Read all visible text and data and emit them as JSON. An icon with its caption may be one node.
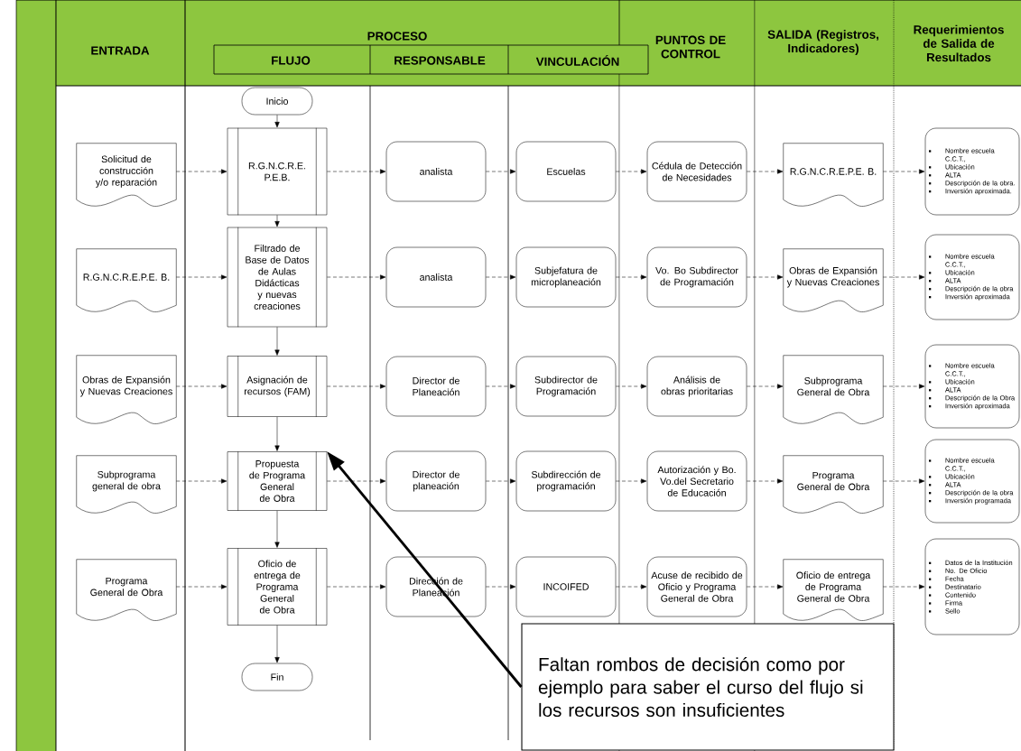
{
  "diagram": {
    "nodes": [
      {
        "text": [
          "Inicio"
        ]
      },
      {
        "text": [
          "Solicitud de construcción y/o reparación"
        ]
      },
      {
        "text": [
          "R.G.N.C.R.E. P.E.B."
        ]
      },
      {
        "text": [
          "analista"
        ]
      },
      {
        "text": [
          "Escuelas"
        ]
      },
      {
        "text": [
          "Cédula de Detección de Necesidades"
        ]
      },
      {
        "text": [
          "R.G.N.C.R.E.P.E. B."
        ]
      },
      {
        "text": [
          "Nombre escuela C.C.T.,",
          "Ubicación",
          "ALTA",
          "Descripción de la obra.",
          "Inversión aproximada."
        ]
      },
      {
        "text": [
          "R.G.N.C.R.E.P.E. B."
        ]
      },
      {
        "text": [
          "Filtrado de Base de Datos de Aulas Didácticas y nuevas creaciones"
        ]
      },
      {
        "text": [
          "analista"
        ]
      },
      {
        "text": [
          "Subjefatura de microplaneación"
        ]
      },
      {
        "text": [
          "Vo. Bo Subdirector de Programación"
        ]
      },
      {
        "text": [
          "Obras de Expansión y Nuevas Creaciones"
        ]
      },
      {
        "text": [
          "Nombre escuela C.C.T.,",
          "Ubicación",
          "ALTA",
          "Descripción de la obra",
          "Inversión aproximada"
        ]
      },
      {
        "text": [
          "Obras de Expansión y Nuevas Creaciones"
        ]
      },
      {
        "text": [
          "Asignación de recursos (FAM)"
        ]
      },
      {
        "text": [
          "Director de Planeación"
        ]
      },
      {
        "text": [
          "Subdirector de Programación"
        ]
      },
      {
        "text": [
          "Análisis de obras prioritarias"
        ]
      },
      {
        "text": [
          "Subprograma General de Obra"
        ]
      },
      {
        "text": [
          "Nombre escuela C.C.T.,",
          "Ubicación",
          "ALTA",
          "Descripción de la Obra",
          "Inversión aproximada"
        ]
      },
      {
        "text": [
          "Subprograma general de obra"
        ]
      },
      {
        "text": [
          "Propuesta de Programa General de Obra"
        ]
      },
      {
        "text": [
          "Director de planeación"
        ]
      },
      {
        "text": [
          "Subdirección de programación"
        ]
      },
      {
        "text": [
          "Autorización y Bo. Vo.del Secretario de Educación"
        ]
      },
      {
        "text": [
          "Programa General de Obra"
        ]
      },
      {
        "text": [
          "Nombre escuela C.C.T.,",
          "Ubicación",
          "ALTA",
          "Descripción de la obra",
          "Inversión programada"
        ]
      },
      {
        "text": [
          "Programa General de Obra"
        ]
      },
      {
        "text": [
          "Oficio de entrega de Programa General de Obra"
        ]
      },
      {
        "text": [
          "Dirección de Planeación"
        ]
      },
      {
        "text": [
          "INCOIFED"
        ]
      },
      {
        "text": [
          "Acuse de recibido de Oficio y Programa General de Obra"
        ]
      },
      {
        "text": [
          "Oficio de entrega de Programa General de Obra"
        ]
      },
      {
        "text": [
          "Datos de la Institución",
          "No. De Oficio",
          "Fecha",
          "Destinatario",
          "Contenido",
          "Firma",
          "Sello"
        ]
      },
      {
        "text": [
          "Fin"
        ]
      },
      {
        "text": [
          "Faltan rombos de decisión como por ejemplo para saber el curso del flujo si los recursos son insuficientes"
        ]
      }
    ],
    "edges": [
      {
        "from": 0,
        "to": 2,
        "arrow": "to"
      },
      {
        "from": 2,
        "to": 9,
        "arrow": "to"
      },
      {
        "from": 9,
        "to": 16,
        "arrow": "to"
      },
      {
        "from": 16,
        "to": 23,
        "arrow": "to"
      },
      {
        "from": 23,
        "to": 30,
        "arrow": "to"
      },
      {
        "from": 30,
        "to": 36,
        "arrow": "to"
      },
      {
        "from": 1,
        "to": 2,
        "arrow": "to",
        "style": "dashed"
      },
      {
        "from": 2,
        "to": 3,
        "arrow": "to",
        "style": "dashed"
      },
      {
        "from": 3,
        "to": 4,
        "arrow": "to",
        "style": "dashed"
      },
      {
        "from": 4,
        "to": 5,
        "arrow": "to",
        "style": "dashed"
      },
      {
        "from": 5,
        "to": 6,
        "arrow": "to",
        "style": "dashed"
      },
      {
        "from": 6,
        "to": 7,
        "arrow": "to",
        "style": "dashed"
      },
      {
        "from": 8,
        "to": 9,
        "arrow": "to",
        "style": "dashed"
      },
      {
        "from": 9,
        "to": 10,
        "arrow": "to",
        "style": "dashed"
      },
      {
        "from": 10,
        "to": 11,
        "arrow": "to",
        "style": "dashed"
      },
      {
        "from": 11,
        "to": 12,
        "arrow": "to",
        "style": "dashed"
      },
      {
        "from": 12,
        "to": 13,
        "arrow": "to",
        "style": "dashed"
      },
      {
        "from": 13,
        "to": 14,
        "arrow": "to",
        "style": "dashed"
      },
      {
        "from": 15,
        "to": 16,
        "arrow": "to",
        "style": "dashed"
      },
      {
        "from": 16,
        "to": 17,
        "arrow": "to",
        "style": "dashed"
      },
      {
        "from": 17,
        "to": 18,
        "arrow": "to",
        "style": "dashed"
      },
      {
        "from": 18,
        "to": 19,
        "arrow": "to",
        "style": "dashed"
      },
      {
        "from": 19,
        "to": 20,
        "arrow": "to",
        "style": "dashed"
      },
      {
        "from": 20,
        "to": 21,
        "arrow": "to",
        "style": "dashed"
      },
      {
        "from": 22,
        "to": 23,
        "arrow": "to",
        "style": "dashed"
      },
      {
        "from": 23,
        "to": 24,
        "arrow": "to",
        "style": "dashed"
      },
      {
        "from": 24,
        "to": 25,
        "arrow": "to",
        "style": "dashed"
      },
      {
        "from": 25,
        "to": 26,
        "arrow": "to",
        "style": "dashed"
      },
      {
        "from": 26,
        "to": 27,
        "arrow": "to",
        "style": "dashed"
      },
      {
        "from": 27,
        "to": 28,
        "arrow": "to",
        "style": "dashed"
      },
      {
        "from": 29,
        "to": 30,
        "arrow": "to",
        "style": "dashed"
      },
      {
        "from": 30,
        "to": 31,
        "arrow": "to",
        "style": "dashed"
      },
      {
        "from": 31,
        "to": 32,
        "arrow": "to",
        "style": "dashed"
      },
      {
        "from": 32,
        "to": 33,
        "arrow": "to",
        "style": "dashed"
      },
      {
        "from": 33,
        "to": 34,
        "arrow": "to",
        "style": "dashed"
      },
      {
        "from": 34,
        "to": 35,
        "arrow": "to",
        "style": "dashed"
      },
      {
        "from": 37,
        "to": 23,
        "arrow": "to",
        "style": "thick"
      }
    ],
    "labels": [
      "ENTRADA",
      "PROCESO",
      "PUNTOS DE CONTROL",
      "SALIDA (Registros, Indicadores)",
      "Requerimientos de Salida de Resultados",
      "FLUJO",
      "RESPONSABLE",
      "VINCULACIÓN"
    ]
  }
}
